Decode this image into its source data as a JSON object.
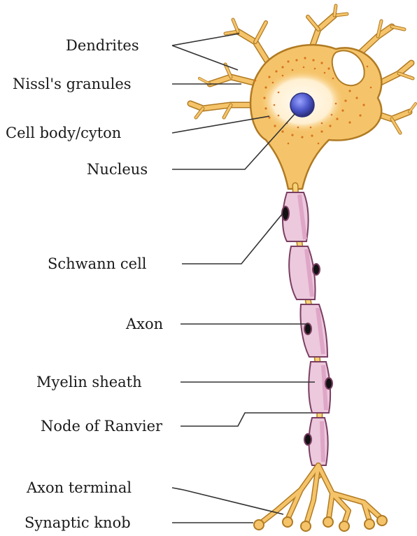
{
  "labels": {
    "dendrites": "Dendrites",
    "nissl": "Nissl's granules",
    "cell_body": "Cell body/cyton",
    "nucleus": "Nucleus",
    "schwann": "Schwann cell",
    "axon": "Axon",
    "myelin": "Myelin sheath",
    "ranvier": "Node of Ranvier",
    "axon_terminal": "Axon terminal",
    "synaptic_knob": "Synaptic knob"
  },
  "colors": {
    "cytoplasm": "#f5c46a",
    "cytoplasm_edge": "#b07a22",
    "granules": "#d9731f",
    "cell_glow": "#fff3dc",
    "nucleus": "#4a55c8",
    "schwann_fill": "#ecc9dc",
    "schwann_stripe": "#dfa6c7",
    "axon": "#f7d279",
    "leader": "#333333"
  }
}
